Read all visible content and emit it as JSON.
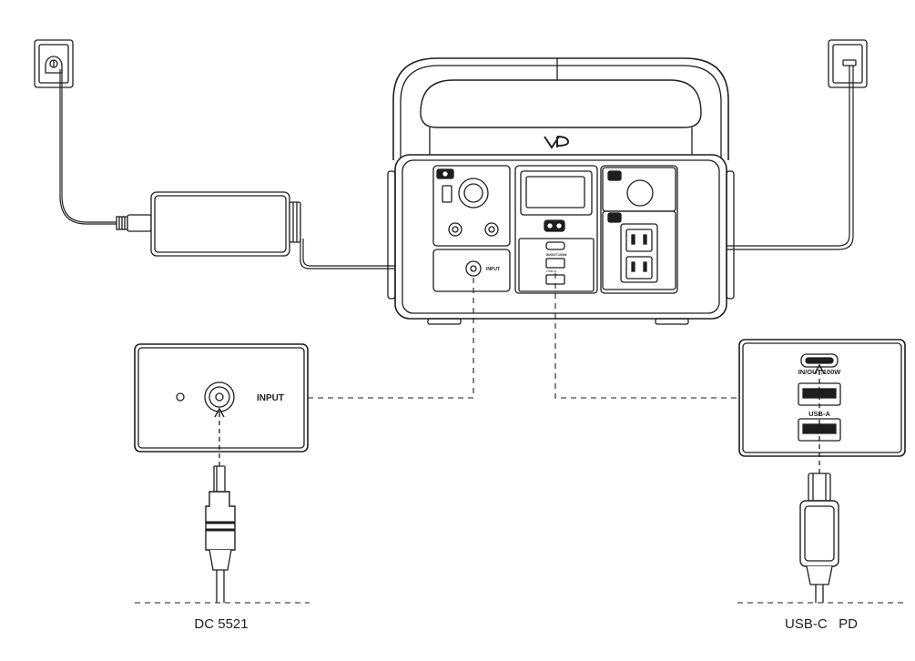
{
  "power_station": {
    "input_label": "INPUT",
    "usb_c_label": "IN/OUT:100W",
    "usb_a_label": "USB-A"
  },
  "zoom_input": {
    "label": "INPUT"
  },
  "zoom_usb": {
    "usb_c_label": "IN/OUT:100W",
    "usb_a_label": "USB-A"
  },
  "cables": {
    "dc_label": "DC 5521",
    "usbc_label": "USB-C   PD"
  },
  "colors": {
    "line": "#1e1e1e",
    "panel_fill": "#ffffff",
    "dark_fill": "#1e1e1e"
  },
  "icons": [
    "wall-outlet-icon",
    "usb-wall-charger-icon",
    "logo-icon"
  ]
}
